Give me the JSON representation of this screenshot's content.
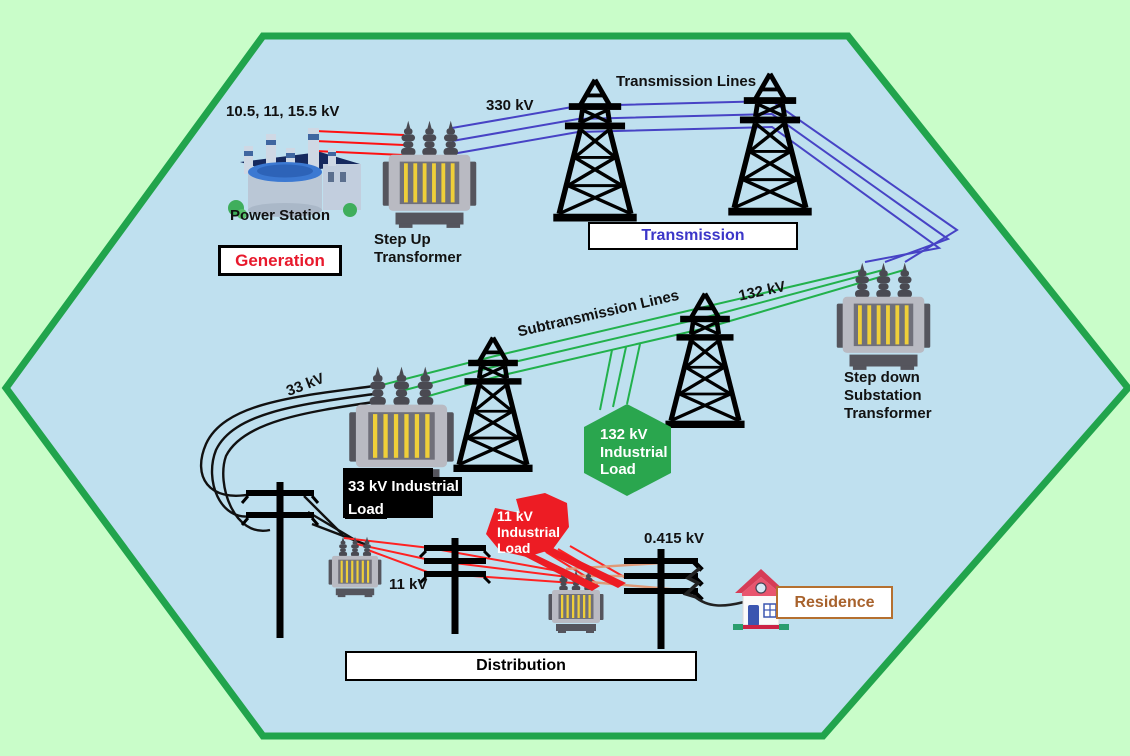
{
  "colors": {
    "background": "#c9fdc9",
    "region_fill": "#bfe0ef",
    "region_border": "#21a44c",
    "generation_line": "#ff1111",
    "transmission_line": "#4743c5",
    "subtransmission_line": "#22b14c",
    "line_33kv": "#111111",
    "line_11kv": "#ff2222",
    "line_0415kv": "#e09a78",
    "load_green": "#2aa64e",
    "load_red": "#ed1c24",
    "load_black": "#000000",
    "generation_text": "#e8192c",
    "transmission_text": "#3b36c8",
    "residence_text": "#a8622c"
  },
  "generation": {
    "voltage": "10.5, 11, 15.5 kV",
    "power_station": "Power Station",
    "box": "Generation",
    "step_up_transformer": "Step Up Transformer"
  },
  "transmission": {
    "lines": "Transmission Lines",
    "voltage": "330 kV",
    "box": "Transmission",
    "voltage_132": "132 kV",
    "step_down_transformer": "Step down Substation Transformer"
  },
  "subtransmission": {
    "lines": "Subtransmission Lines",
    "voltage_33": "33 kV",
    "industrial_load_132": "132 kV Industrial Load",
    "industrial_load_33_line1": "33 kV Industrial",
    "industrial_load_33_line2": "Load"
  },
  "distribution": {
    "industrial_load_11": "11 kV Industrial Load",
    "voltage_11": "11 kV",
    "voltage_0415": "0.415 kV",
    "residence": "Residence",
    "box": "Distribution"
  }
}
